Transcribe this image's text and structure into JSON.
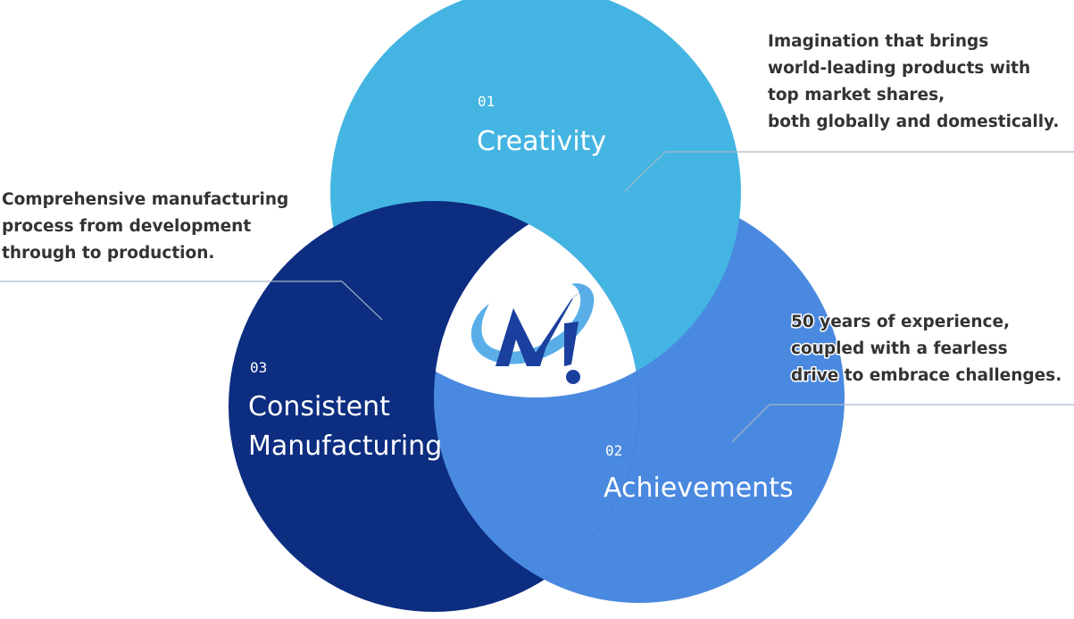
{
  "circles": [
    {
      "id": "creativity",
      "number": "01",
      "title_lines": [
        "Creativity"
      ],
      "color": "#44b5e2",
      "description": [
        "Imagination that brings",
        "world-leading products with",
        "top market shares,",
        "both globally and domestically."
      ]
    },
    {
      "id": "achievements",
      "number": "02",
      "title_lines": [
        "Achievements"
      ],
      "color": "#4a89e0",
      "description": [
        "50 years of experience,",
        "coupled with a fearless",
        "drive to embrace challenges."
      ]
    },
    {
      "id": "consistent-manufacturing",
      "number": "03",
      "title_lines": [
        "Consistent",
        "Manufacturing"
      ],
      "color": "#0c2d80",
      "description": [
        "Comprehensive manufacturing",
        "process from development",
        "through to production."
      ]
    }
  ],
  "logo": {
    "icon": "company-logo-icon",
    "primary_color": "#1a3f9e",
    "secondary_color": "#5aaee8"
  },
  "center_color": "#ffffff",
  "leader_color": "#a7b8c6"
}
